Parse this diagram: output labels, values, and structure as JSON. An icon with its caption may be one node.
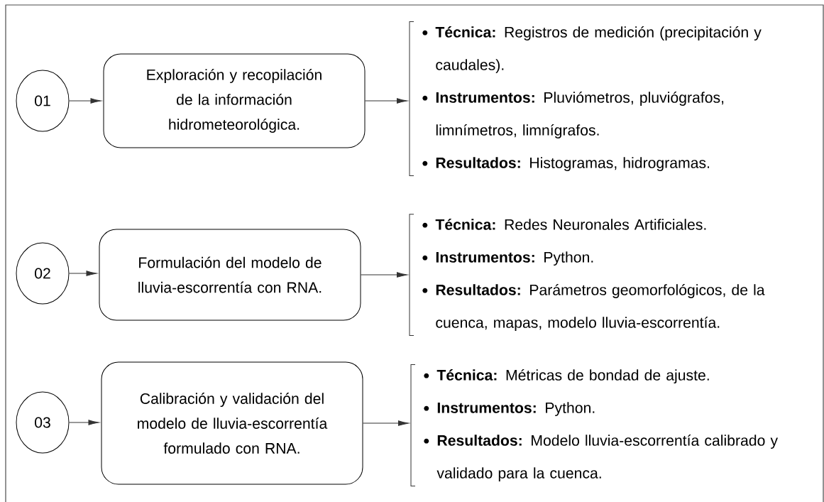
{
  "diagram": {
    "nodes": [
      {
        "text": [
          "01"
        ]
      },
      {
        "text": [
          "Exploración y recopilación de la información hidrometeorológica."
        ]
      },
      {
        "text": [
          "**Técnica:** Registros de medición (precipitación y caudales).",
          "**Instrumentos:** Pluviómetros, pluviógrafos, limnímetros, limnígrafos.",
          "**Resultados:** Histogramas, hidrogramas."
        ]
      },
      {
        "text": [
          "02"
        ]
      },
      {
        "text": [
          "Formulación del modelo de lluvia-escorrentía con RNA."
        ]
      },
      {
        "text": [
          "**Técnica:** Redes Neuronales Artificiales.",
          "**Instrumentos:** Python.",
          "**Resultados:** Parámetros geomorfológicos, de la cuenca, mapas, modelo lluvia-escorrentía."
        ]
      },
      {
        "text": [
          "03"
        ]
      },
      {
        "text": [
          "Calibración y validación del modelo de lluvia-escorrentía formulado con RNA."
        ]
      },
      {
        "text": [
          "**Técnica:** Métricas de bondad de ajuste.",
          "**Instrumentos:** Python.",
          "**Resultados:** Modelo lluvia-escorrentía calibrado y validado para la cuenca."
        ]
      }
    ],
    "edges": [
      {
        "from": 0,
        "to": 1,
        "arrow": "to"
      },
      {
        "from": 1,
        "to": 2,
        "arrow": "to"
      },
      {
        "from": 3,
        "to": 4,
        "arrow": "to"
      },
      {
        "from": 4,
        "to": 5,
        "arrow": "to"
      },
      {
        "from": 6,
        "to": 7,
        "arrow": "to"
      },
      {
        "from": 7,
        "to": 8,
        "arrow": "to"
      }
    ]
  }
}
